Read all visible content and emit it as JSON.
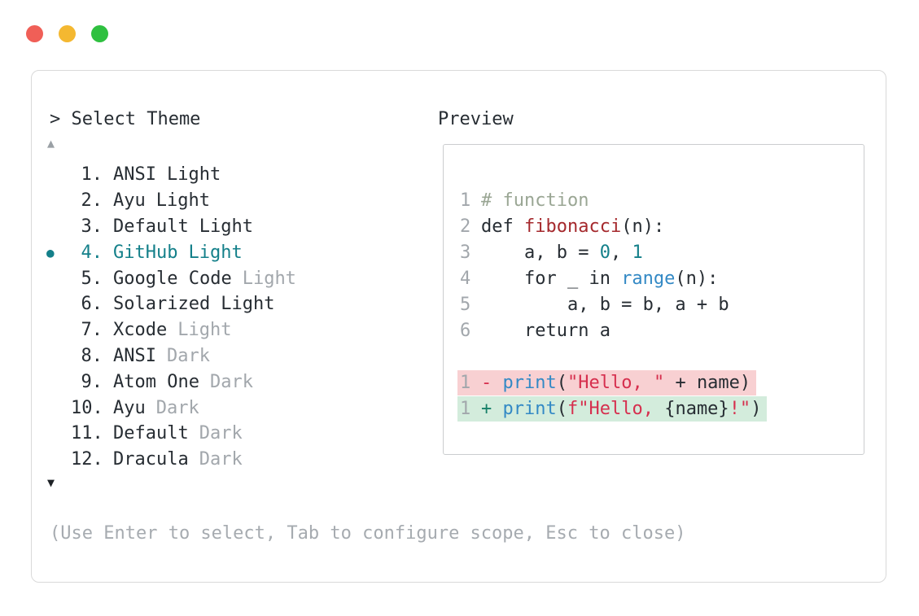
{
  "colors": {
    "accent_teal": "#14808a",
    "text_dark": "#272d33",
    "muted_gray": "#a2a7ac",
    "comment_green": "#9aa694",
    "function_red": "#a5292d",
    "call_blue": "#3389c5",
    "string_crimson": "#d62f4e",
    "diff_plus_green": "#178069",
    "diff_del_bg": "#f8d0d2",
    "diff_add_bg": "#d3ecdc",
    "traffic_red": "#f05f57",
    "traffic_yellow": "#f4b831",
    "traffic_green": "#2fc040",
    "panel_border": "#d9d9d9",
    "preview_border": "#cbcdcf"
  },
  "panel": {
    "title": "> Select Theme",
    "scroll_up_glyph": "▲",
    "scroll_down_glyph": "▼",
    "footer": "(Use Enter to select, Tab to configure scope, Esc to close)",
    "themes": [
      {
        "bullet": "",
        "number": "1.",
        "name": "ANSI",
        "suffix": "Light"
      },
      {
        "bullet": "",
        "number": "2.",
        "name": "Ayu",
        "suffix": "Light"
      },
      {
        "bullet": "",
        "number": "3.",
        "name": "Default",
        "suffix": "Light"
      },
      {
        "bullet": "●",
        "number": "4.",
        "name": "GitHub",
        "suffix": "Light"
      },
      {
        "bullet": "",
        "number": "5.",
        "name": "Google Code",
        "suffix": "Light"
      },
      {
        "bullet": "",
        "number": "6.",
        "name": "Solarized",
        "suffix": "Light"
      },
      {
        "bullet": "",
        "number": "7.",
        "name": "Xcode",
        "suffix": "Light"
      },
      {
        "bullet": "",
        "number": "8.",
        "name": "ANSI",
        "suffix": "Dark"
      },
      {
        "bullet": "",
        "number": "9.",
        "name": "Atom One",
        "suffix": "Dark"
      },
      {
        "bullet": "",
        "number": "10.",
        "name": "Ayu",
        "suffix": "Dark"
      },
      {
        "bullet": "",
        "number": "11.",
        "name": "Default",
        "suffix": "Dark"
      },
      {
        "bullet": "",
        "number": "12.",
        "name": "Dracula",
        "suffix": "Dark"
      }
    ]
  },
  "preview": {
    "label": "Preview",
    "lines": [
      {
        "num": "1",
        "tokens": [
          {
            "text": "# function"
          }
        ]
      },
      {
        "num": "2",
        "tokens": [
          {
            "text": "def "
          },
          {
            "text": "fibonacci"
          },
          {
            "text": "(n):"
          }
        ]
      },
      {
        "num": "3",
        "tokens": [
          {
            "text": "    a, b = "
          },
          {
            "text": "0"
          },
          {
            "text": ", "
          },
          {
            "text": "1"
          }
        ]
      },
      {
        "num": "4",
        "tokens": [
          {
            "text": "    for _ in "
          },
          {
            "text": "range"
          },
          {
            "text": "(n):"
          }
        ]
      },
      {
        "num": "5",
        "tokens": [
          {
            "text": "        a, b = b, a + b"
          }
        ]
      },
      {
        "num": "6",
        "tokens": [
          {
            "text": "    return a"
          }
        ]
      },
      {
        "num": "1",
        "op": "removed",
        "tokens": [
          {
            "text": "- "
          },
          {
            "text": "print"
          },
          {
            "text": "("
          },
          {
            "text": "\"Hello, \""
          },
          {
            "text": " + name)"
          }
        ]
      },
      {
        "num": "1",
        "op": "added",
        "tokens": [
          {
            "text": "+ "
          },
          {
            "text": "print"
          },
          {
            "text": "("
          },
          {
            "text": "f"
          },
          {
            "text": "\"Hello, "
          },
          {
            "text": "{name}"
          },
          {
            "text": "!\""
          },
          {
            "text": ")"
          }
        ]
      }
    ]
  }
}
